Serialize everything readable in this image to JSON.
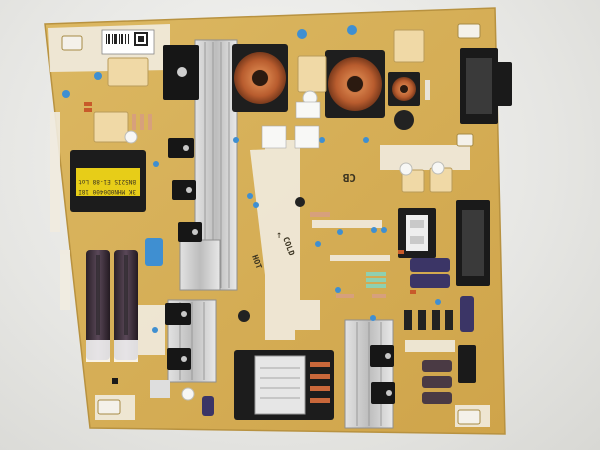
{
  "photo": {
    "subject": "",
    "colors": {
      "background": "#e9e9e7",
      "pcb": "#d9b45a",
      "pcb_dark": "#c79d3f",
      "silkscreen": "#f3efe6",
      "heatsink": "#c8c8c8",
      "capacitor": "#3a2f3a",
      "transformer_yellow": "#e7cd18",
      "transformer_black": "#1c1c1c",
      "connector": "#1a1a1a",
      "copper": "#c9673a",
      "film_cap": "#f0d9a6",
      "blue_cap": "#3f8fd1"
    }
  },
  "silkscreen": {
    "cold_label": "COLD",
    "hot_label": "HOT",
    "cb_label": "CB",
    "transformer_lines": [
      "BN52IS E1-88 Lot",
      "3K MHN0D0400 18I"
    ],
    "arrow_mark": "↑"
  },
  "labels": {
    "main_sticker": "",
    "small_sticker_a": "",
    "small_sticker_b": ""
  }
}
